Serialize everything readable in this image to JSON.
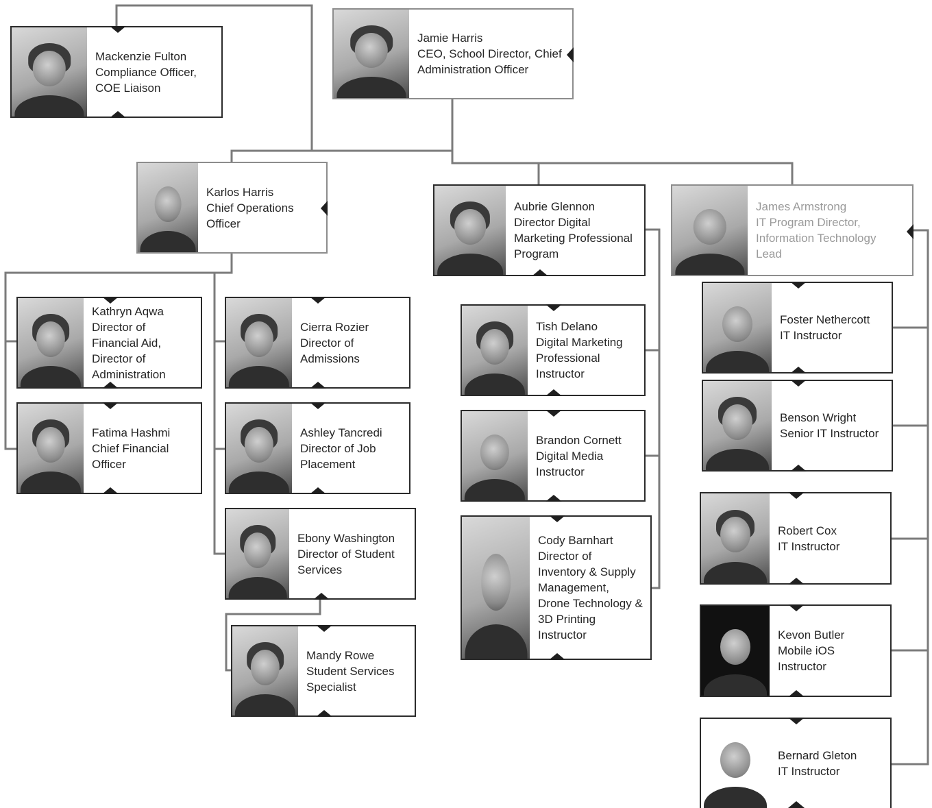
{
  "colors": {
    "connector": "#7b7b7b",
    "border": "#2b2b2b",
    "text": "#262626",
    "muted_text": "#9a9a9a"
  },
  "people": {
    "mackenzie": {
      "name": "Mackenzie Fulton",
      "title_lines": [
        "Compliance Officer,",
        "COE Liaison"
      ]
    },
    "jamie": {
      "name": "Jamie Harris",
      "title_lines": [
        "CEO, School Director, Chief",
        "Administration Officer"
      ]
    },
    "karlos": {
      "name": "Karlos Harris",
      "title_lines": [
        "Chief Operations",
        "Officer"
      ]
    },
    "aubrie": {
      "name": "Aubrie Glennon",
      "title_lines": [
        "Director Digital",
        "Marketing Professional",
        "Program"
      ]
    },
    "james": {
      "name": "James Armstrong",
      "title_lines": [
        "IT Program Director,",
        "Information Technology",
        "Lead"
      ]
    },
    "kathryn": {
      "name": "Kathryn Aqwa",
      "title_lines": [
        "Director of",
        "Financial Aid,",
        "Director of",
        "Administration"
      ]
    },
    "fatima": {
      "name": "Fatima Hashmi",
      "title_lines": [
        "Chief Financial",
        "Officer"
      ]
    },
    "cierra": {
      "name": "Cierra Rozier",
      "title_lines": [
        "Director of",
        "Admissions"
      ]
    },
    "ashley": {
      "name": "Ashley Tancredi",
      "title_lines": [
        "Director of Job",
        "Placement"
      ]
    },
    "ebony": {
      "name": "Ebony Washington",
      "title_lines": [
        "Director of Student",
        "Services"
      ]
    },
    "mandy": {
      "name": "Mandy Rowe",
      "title_lines": [
        "Student Services",
        "Specialist"
      ]
    },
    "tish": {
      "name": "Tish Delano",
      "title_lines": [
        "Digital Marketing",
        "Professional",
        "Instructor"
      ]
    },
    "brandon": {
      "name": "Brandon Cornett",
      "title_lines": [
        "Digital Media",
        "Instructor"
      ]
    },
    "cody": {
      "name": "Cody Barnhart",
      "title_lines": [
        "Director of",
        "Inventory & Supply",
        "Management,",
        "Drone Technology &",
        "3D Printing",
        "Instructor"
      ]
    },
    "foster": {
      "name": "Foster Nethercott",
      "title_lines": [
        "IT Instructor"
      ]
    },
    "benson": {
      "name": "Benson Wright",
      "title_lines": [
        "Senior IT Instructor"
      ]
    },
    "robert": {
      "name": "Robert Cox",
      "title_lines": [
        "IT Instructor"
      ]
    },
    "kevon": {
      "name": "Kevon Butler",
      "title_lines": [
        "Mobile iOS",
        "Instructor"
      ]
    },
    "bernard": {
      "name": "Bernard Gleton",
      "title_lines": [
        "IT Instructor"
      ]
    }
  }
}
